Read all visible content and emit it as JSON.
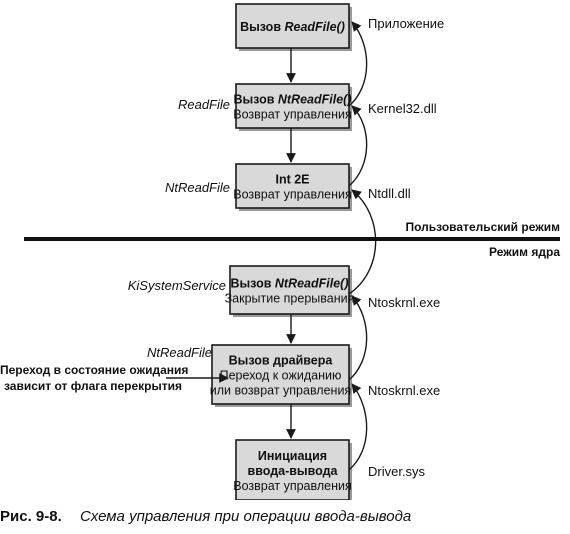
{
  "colors": {
    "box_fill": "#d9d9d9",
    "box_stroke": "#1a1a1a",
    "ink": "#111111",
    "arrow": "#1a1a1a"
  },
  "boxes": [
    {
      "id": "box1",
      "lines": [
        {
          "parts": [
            {
              "text": "Вызов ",
              "b": true
            },
            {
              "text": "ReadFile()",
              "b": true,
              "i": true
            }
          ]
        }
      ]
    },
    {
      "id": "box2",
      "lines": [
        {
          "parts": [
            {
              "text": "Вызов ",
              "b": true
            },
            {
              "text": "NtReadFile()",
              "b": true,
              "i": true
            }
          ]
        },
        {
          "parts": [
            {
              "text": "Возврат управления"
            }
          ]
        }
      ]
    },
    {
      "id": "box3",
      "lines": [
        {
          "parts": [
            {
              "text": "Int 2E",
              "b": true
            }
          ]
        },
        {
          "parts": [
            {
              "text": "Возврат управления"
            }
          ]
        }
      ]
    },
    {
      "id": "box4",
      "lines": [
        {
          "parts": [
            {
              "text": "Вызов ",
              "b": true
            },
            {
              "text": "NtReadFile()",
              "b": true,
              "i": true
            }
          ]
        },
        {
          "parts": [
            {
              "text": "Закрытие прерывания"
            }
          ]
        }
      ]
    },
    {
      "id": "box5",
      "lines": [
        {
          "parts": [
            {
              "text": "Вызов драйвера",
              "b": true
            }
          ]
        },
        {
          "parts": [
            {
              "text": "Переход к ожиданию"
            }
          ]
        },
        {
          "parts": [
            {
              "text": "или возврат управления"
            }
          ]
        }
      ]
    },
    {
      "id": "box6",
      "lines": [
        {
          "parts": [
            {
              "text": "Инициация",
              "b": true
            }
          ]
        },
        {
          "parts": [
            {
              "text": "ввода-вывода",
              "b": true
            }
          ]
        },
        {
          "parts": [
            {
              "text": "Возврат управления"
            }
          ]
        }
      ]
    }
  ],
  "left_labels": [
    "ReadFile",
    "NtReadFile",
    "KiSystemService",
    "NtReadFile"
  ],
  "right_labels": [
    "Приложение",
    "Kernel32.dll",
    "Ntdll.dll",
    "Ntoskrnl.exe",
    "Ntoskrnl.exe",
    "Driver.sys"
  ],
  "mode_labels": {
    "user": "Пользовательский режим",
    "kernel": "Режим ядра"
  },
  "side_note": [
    "Переход в состояние ожидания",
    "зависит от флага перекрытия"
  ],
  "caption": {
    "label": "Рис. 9-8.",
    "title": "Схема управления при операции ввода-вывода"
  }
}
